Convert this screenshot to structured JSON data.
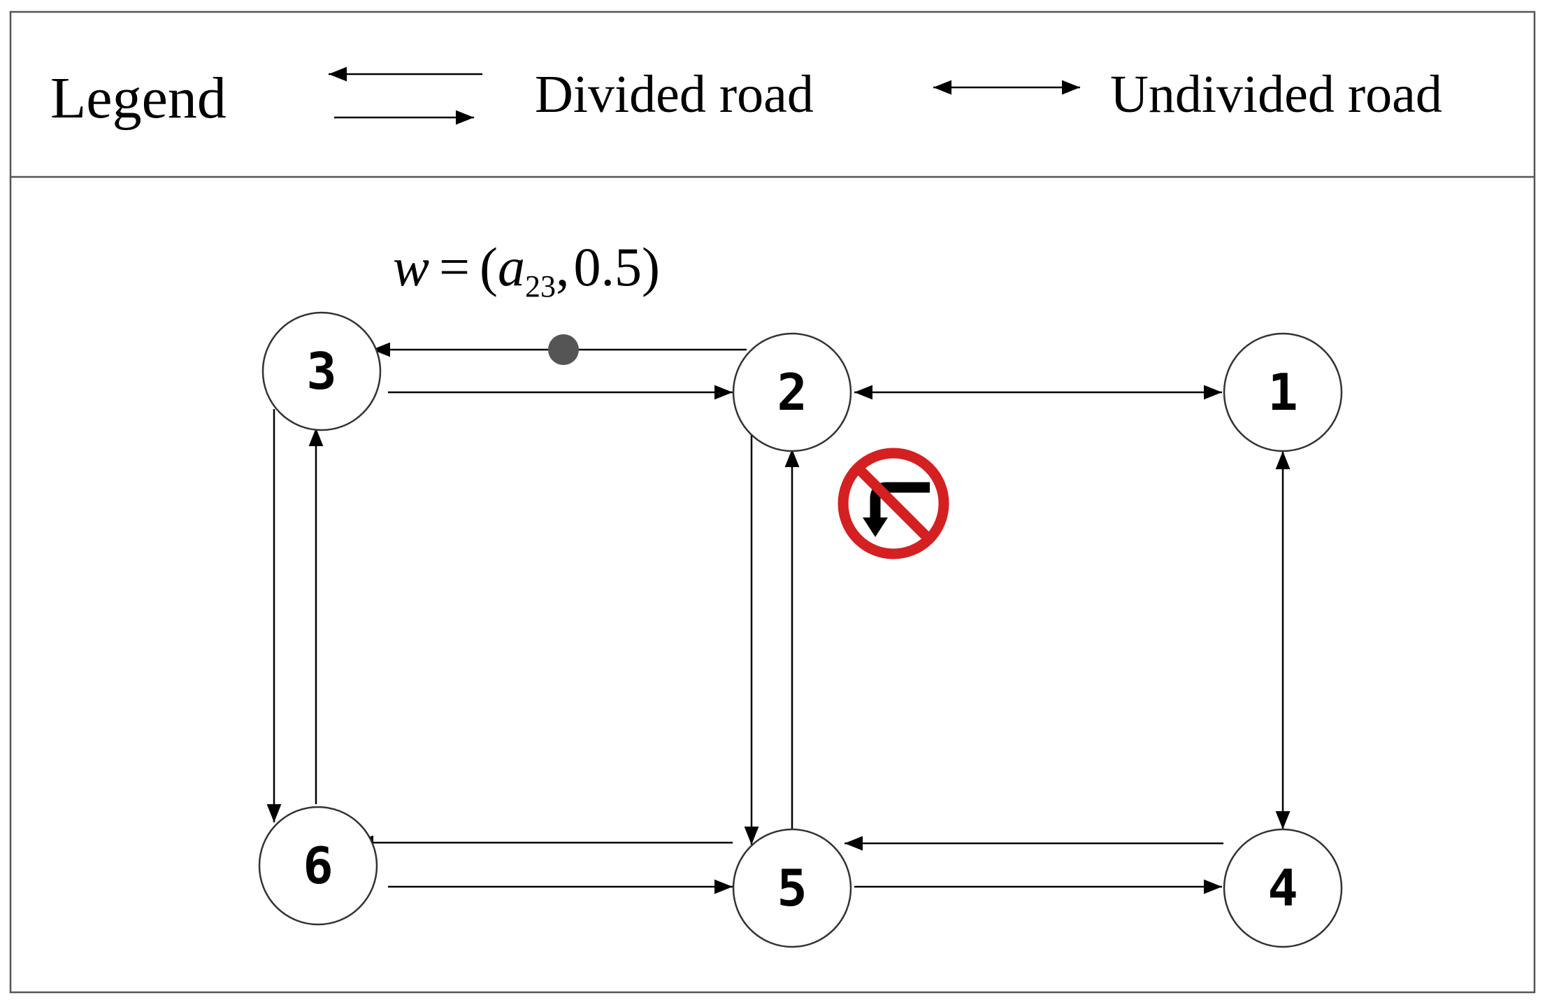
{
  "legend": {
    "title": "Legend",
    "divided_label": "Divided road",
    "undivided_label": "Undivided road"
  },
  "annotation": {
    "w": "w",
    "eq": "=",
    "open": "(",
    "a": "a",
    "sub": "23",
    "comma": ",",
    "value": "0.5",
    "close": ")"
  },
  "nodes": [
    {
      "id": "1",
      "label": "1"
    },
    {
      "id": "2",
      "label": "2"
    },
    {
      "id": "3",
      "label": "3"
    },
    {
      "id": "4",
      "label": "4"
    },
    {
      "id": "5",
      "label": "5"
    },
    {
      "id": "6",
      "label": "6"
    }
  ],
  "edges": [
    {
      "from": "2",
      "to": "3",
      "type": "divided"
    },
    {
      "from": "3",
      "to": "2",
      "type": "divided"
    },
    {
      "from": "2",
      "to": "1",
      "type": "undivided"
    },
    {
      "from": "3",
      "to": "6",
      "type": "divided"
    },
    {
      "from": "6",
      "to": "3",
      "type": "divided"
    },
    {
      "from": "2",
      "to": "5",
      "type": "divided"
    },
    {
      "from": "5",
      "to": "2",
      "type": "divided"
    },
    {
      "from": "1",
      "to": "4",
      "type": "undivided"
    },
    {
      "from": "5",
      "to": "6",
      "type": "divided"
    },
    {
      "from": "6",
      "to": "5",
      "type": "divided"
    },
    {
      "from": "4",
      "to": "5",
      "type": "divided"
    },
    {
      "from": "5",
      "to": "4",
      "type": "divided"
    }
  ],
  "sign": {
    "icon": "no-left-turn-icon",
    "color": "#d42020"
  },
  "point_color": "#555555"
}
